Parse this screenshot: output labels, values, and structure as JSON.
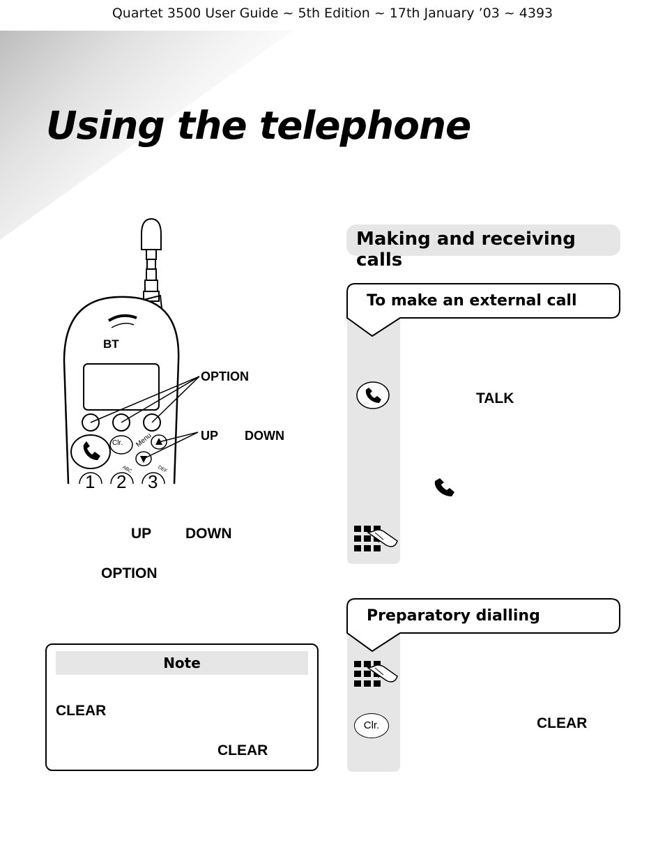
{
  "header": {
    "text": "Quartet 3500 User Guide ~ 5th Edition ~ 17th January ’03 ~ 4393"
  },
  "page": {
    "title": "Using the telephone"
  },
  "phone_illustration": {
    "brand": "BT",
    "clr_key": "Clr.",
    "menu_key": "Menu",
    "keys": [
      "1",
      "2",
      "3"
    ],
    "key_letters": [
      "ABC",
      "DEF"
    ],
    "callout_option": "OPTION",
    "callout_up": "UP",
    "callout_down": "DOWN"
  },
  "left_text": {
    "up": "UP",
    "down": "DOWN",
    "option": "OPTION"
  },
  "note": {
    "heading": "Note",
    "clear_1": "CLEAR",
    "clear_2": "CLEAR"
  },
  "section": {
    "title": "Making and receiving calls"
  },
  "external_call": {
    "heading": "To make an external call",
    "talk": "TALK"
  },
  "prep_dialling": {
    "heading": "Preparatory dialling",
    "clr_icon": "Clr.",
    "clear": "CLEAR"
  },
  "icons": [
    "talk-handset-icon",
    "keypad-press-icon",
    "handset-icon",
    "clr-button-icon"
  ]
}
